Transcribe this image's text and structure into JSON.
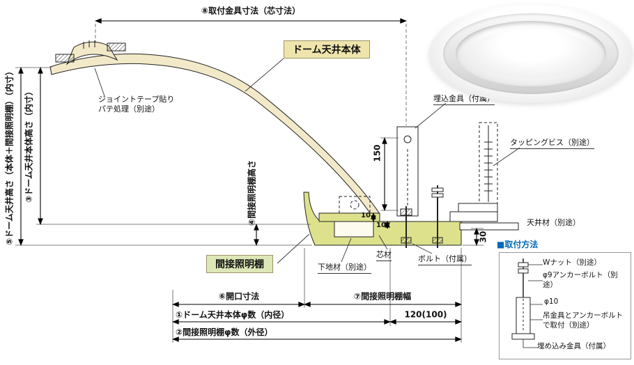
{
  "diagram": {
    "top_dim": "⑧取付金具寸法（芯寸法）",
    "dome_label": "ドーム天井本体",
    "joint_note_1": "ジョイントテープ貼り",
    "joint_note_2": "パテ処理（別途）",
    "embed_bracket": "埋込金具（付属）",
    "tapping_screw": "タッピングビス（別途）",
    "ceiling": "天井材（別途）",
    "core": "芯材",
    "bolt": "ボルト（付属）",
    "base": "下地材（別途）",
    "shelf_label": "間接照明棚",
    "dim_150": "150",
    "dim_10_a": "10",
    "dim_10_b": "10",
    "dim_30": "30",
    "left_dim_total": "⑤ドーム天井高さ（本体＋間接照明棚）（内寸）",
    "left_dim_body": "③ドーム天井本体高さ（内寸）",
    "shelf_height": "④間接照明棚高さ",
    "opening": "⑥開口寸法",
    "shelf_width": "⑦間接照明棚幅",
    "inner_dia": "①ドーム天井本体φ数（内径）",
    "dim_120": "120(100)",
    "outer_dia": "②間接照明棚φ数（外径）"
  },
  "method": {
    "title": "■取付方法",
    "w_nut": "Wナット（別途）",
    "anchor": "φ9アンカーボルト（別途）",
    "phi10": "φ10",
    "hanging": "吊金具とアンカーボルトで取付（別途）",
    "embed": "埋め込み金具（付属）"
  },
  "colors": {
    "dome_fill": "#f2e9c9",
    "shelf_fill": "#dde18c",
    "dome_label_bg": "#efe5ac",
    "shelf_label_bg": "#dde7b6",
    "method_blue": "#0068b7"
  }
}
